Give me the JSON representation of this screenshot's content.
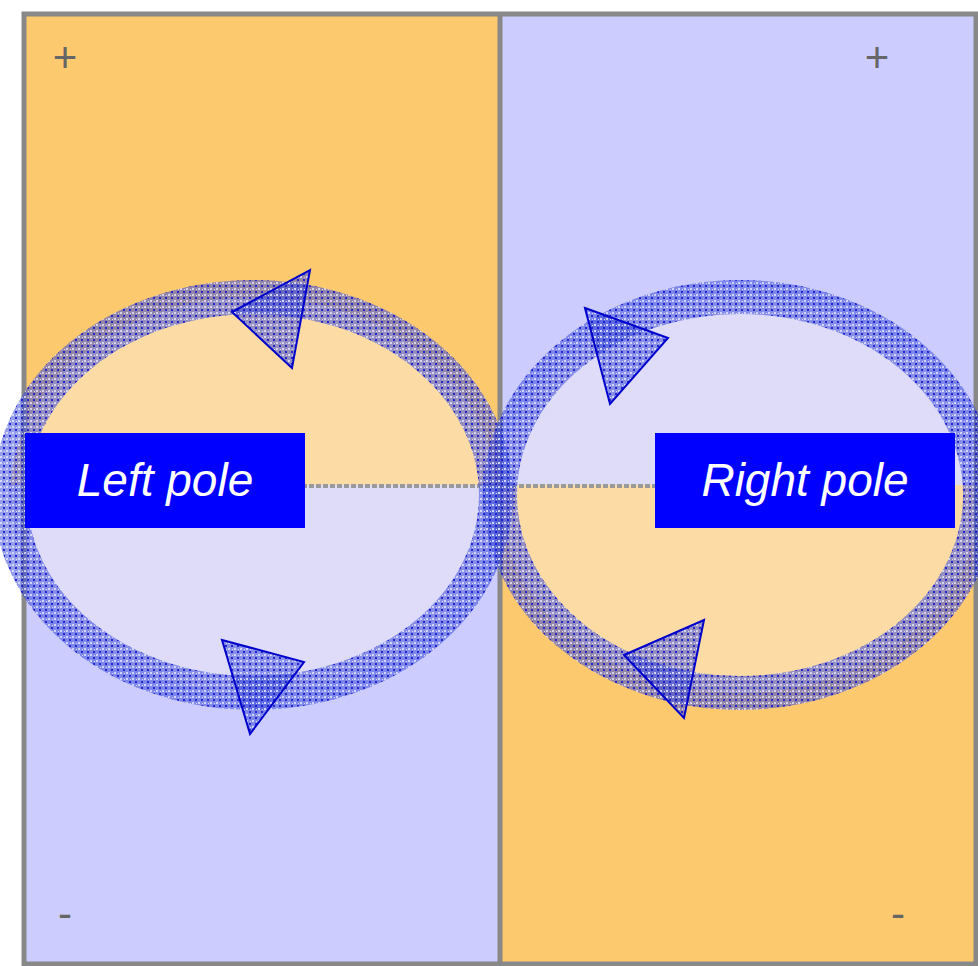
{
  "diagram": {
    "nodes": [
      {
        "text": [
          "Left pole"
        ]
      },
      {
        "text": [
          "Right pole"
        ]
      }
    ],
    "labels": [
      "+",
      "+",
      "-",
      "-"
    ]
  }
}
